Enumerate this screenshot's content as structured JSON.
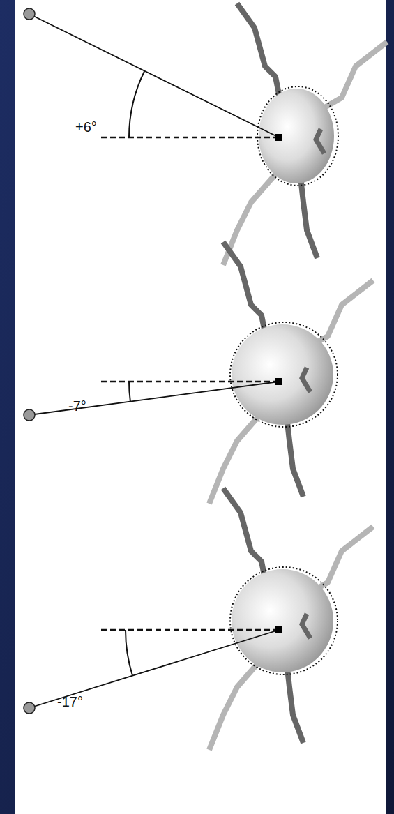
{
  "diagram": {
    "labels": [
      "+6°",
      "-7°",
      "-17°"
    ]
  }
}
